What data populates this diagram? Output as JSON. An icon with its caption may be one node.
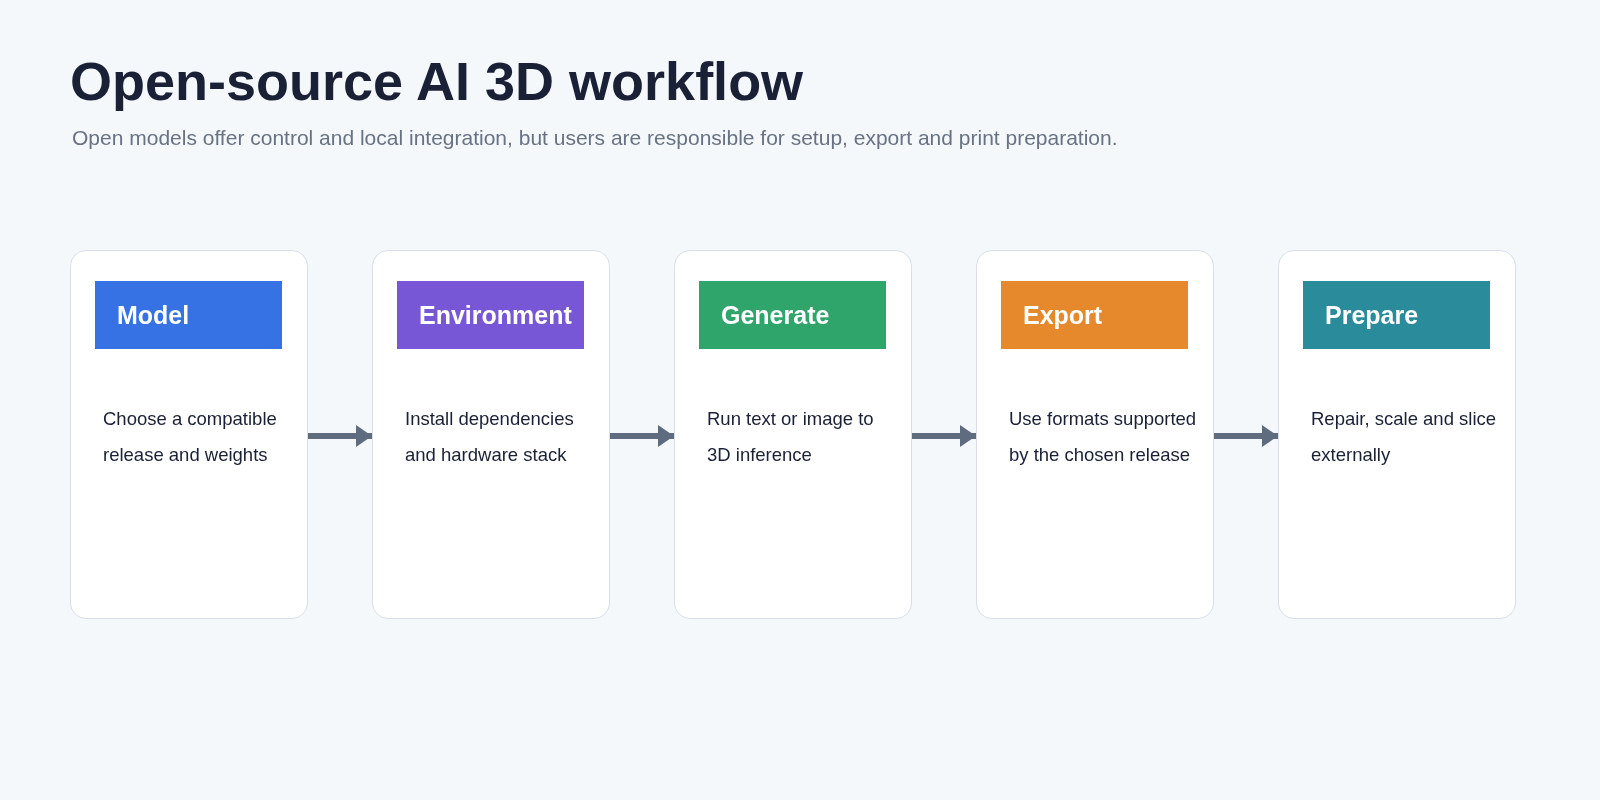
{
  "diagram": {
    "title": "Open-source AI 3D workflow",
    "nodes": [
      {
        "text": [
          "Choose a compatible release and weights"
        ]
      },
      {
        "text": [
          "Model"
        ],
        "in": 0
      },
      {
        "text": [
          "Install dependencies and hardware stack"
        ]
      },
      {
        "text": [
          "Environment"
        ],
        "in": 2
      },
      {
        "text": [
          "Run text or image to 3D inference"
        ]
      },
      {
        "text": [
          "Generate"
        ],
        "in": 4
      },
      {
        "text": [
          "Use formats supported by the chosen release"
        ]
      },
      {
        "text": [
          "Export"
        ],
        "in": 6
      },
      {
        "text": [
          "Repair, scale and slice externally"
        ]
      },
      {
        "text": [
          "Prepare"
        ],
        "in": 8
      }
    ],
    "edges": [
      {
        "from": 0,
        "to": 2,
        "arrow": "to"
      },
      {
        "from": 2,
        "to": 4,
        "arrow": "to"
      },
      {
        "from": 4,
        "to": 6,
        "arrow": "to"
      },
      {
        "from": 6,
        "to": 8,
        "arrow": "to"
      }
    ],
    "labels": [
      "Open models offer control and local integration, but users are responsible for setup, export and print preparation."
    ]
  }
}
